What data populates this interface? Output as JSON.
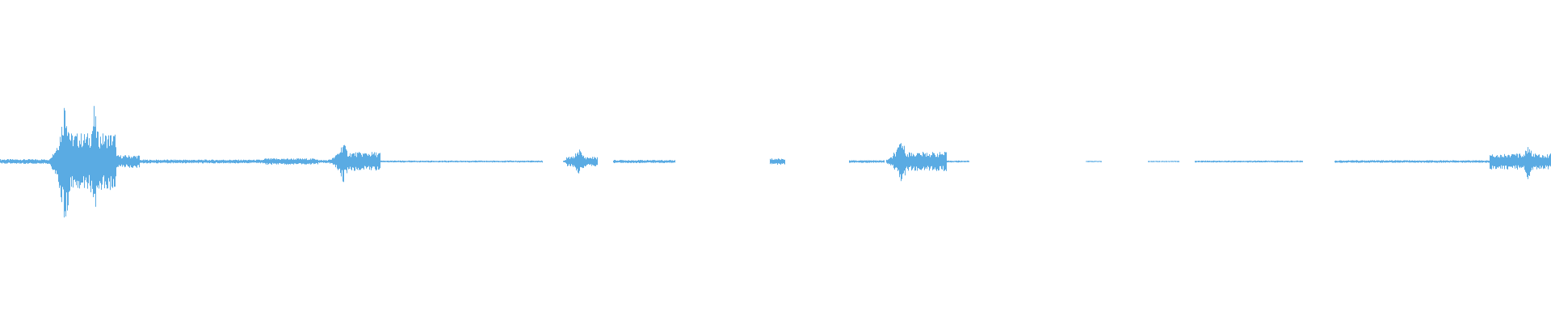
{
  "waveform": {
    "color": "#5aabe3",
    "background": "#ffffff",
    "segments": [
      {
        "start": 0.0,
        "end": 0.033,
        "amp": 0.015
      },
      {
        "start": 0.033,
        "end": 0.038,
        "amp": 0.005
      },
      {
        "start": 0.038,
        "end": 0.045,
        "amp": 0.08
      },
      {
        "start": 0.045,
        "end": 0.075,
        "amp": 0.18
      },
      {
        "start": 0.075,
        "end": 0.09,
        "amp": 0.04
      },
      {
        "start": 0.09,
        "end": 0.17,
        "amp": 0.012
      },
      {
        "start": 0.17,
        "end": 0.205,
        "amp": 0.02
      },
      {
        "start": 0.205,
        "end": 0.217,
        "amp": 0.01
      },
      {
        "start": 0.217,
        "end": 0.245,
        "amp": 0.06
      },
      {
        "start": 0.245,
        "end": 0.35,
        "amp": 0.006
      },
      {
        "start": 0.365,
        "end": 0.385,
        "amp": 0.03
      },
      {
        "start": 0.395,
        "end": 0.435,
        "amp": 0.01
      },
      {
        "start": 0.496,
        "end": 0.506,
        "amp": 0.02
      },
      {
        "start": 0.547,
        "end": 0.57,
        "amp": 0.008
      },
      {
        "start": 0.576,
        "end": 0.61,
        "amp": 0.06
      },
      {
        "start": 0.61,
        "end": 0.625,
        "amp": 0.006
      },
      {
        "start": 0.7,
        "end": 0.71,
        "amp": 0.004
      },
      {
        "start": 0.74,
        "end": 0.76,
        "amp": 0.004
      },
      {
        "start": 0.77,
        "end": 0.84,
        "amp": 0.006
      },
      {
        "start": 0.86,
        "end": 0.96,
        "amp": 0.008
      },
      {
        "start": 0.96,
        "end": 1.0,
        "amp": 0.05
      }
    ],
    "peaks": [
      {
        "x": 0.0418,
        "amp": 0.46
      },
      {
        "x": 0.0605,
        "amp": 0.36
      },
      {
        "x": 0.221,
        "amp": 0.14
      },
      {
        "x": 0.373,
        "amp": 0.09
      },
      {
        "x": 0.581,
        "amp": 0.16
      },
      {
        "x": 0.985,
        "amp": 0.12
      }
    ]
  }
}
